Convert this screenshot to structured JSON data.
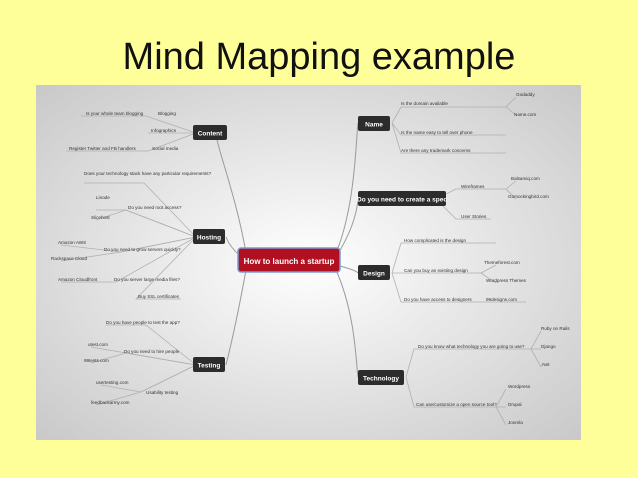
{
  "slide": {
    "title": "Mind Mapping example"
  },
  "mindmap": {
    "center": "How to launch a startup",
    "nodes": {
      "content": "Content",
      "hosting": "Hosting",
      "testing": "Testing",
      "name": "Name",
      "spec": "Do you need to create a spec",
      "design": "Design",
      "technology": "Technology"
    },
    "labels": {
      "c_team_blogging": "Is your whole team blogging",
      "c_blogging": "Blogging",
      "c_infographics": "Infographics",
      "c_register": "Register Twitter and FB handlers",
      "c_social": "Social media",
      "h_tech_stack": "Does your technology stack have any particular requirements?",
      "h_linode": "Linode",
      "h_root": "Do you need root access?",
      "h_slicehost": "Slicehost",
      "h_aws": "Amazon AWS",
      "h_grow": "Do you need to grow servers quickly?",
      "h_rackspace": "Rackspace Cloud",
      "h_cloudfront": "Amazon Cloudfront",
      "h_large_files": "Do you server large media files?",
      "h_ssl": "Buy SSL certificates",
      "t_test_app": "Do you have people to test the app?",
      "t_utest": "utest.com",
      "t_hire": "Do you need to hire people",
      "t_99tests": "99tests.com",
      "t_usertesting": "usertesting.com",
      "t_usability": "Usability testing",
      "t_feedbackarmy": "feedbackarmy.com",
      "n_godaddy": "Godaddy",
      "n_domain": "Is the domain available",
      "n_namecom": "Name.com",
      "n_easy": "Is the name easy to tell over phone",
      "n_trademark": "Are there any trademark concerns",
      "s_balsamiq": "Balsamiq.com",
      "s_wireframes": "Wireframes",
      "s_gomockingbird": "Gomockingbird.com",
      "s_userstories": "User Stories",
      "d_how_complicated": "How complicated is the design",
      "d_themeforest": "Themeforest.com",
      "d_existing": "Can you buy an existing design",
      "d_wp_themes": "Wordpress Themes",
      "d_designers": "Do you have access to designers",
      "d_99designs": "99designs.com",
      "te_rails": "Ruby on Rails",
      "te_which": "Do you know what technology you are going to use?",
      "te_django": "Django",
      "te_net": ".Net",
      "te_wordpress": "Wordpress",
      "te_opensource": "Can use/customize a open source tool?",
      "te_drupal": "Drupal",
      "te_joomla": "Joomla"
    },
    "colors": {
      "slide_bg": "#ffff99",
      "center": "#b01020",
      "node": "#2c2c2c",
      "line": "#9a9a9a"
    }
  }
}
